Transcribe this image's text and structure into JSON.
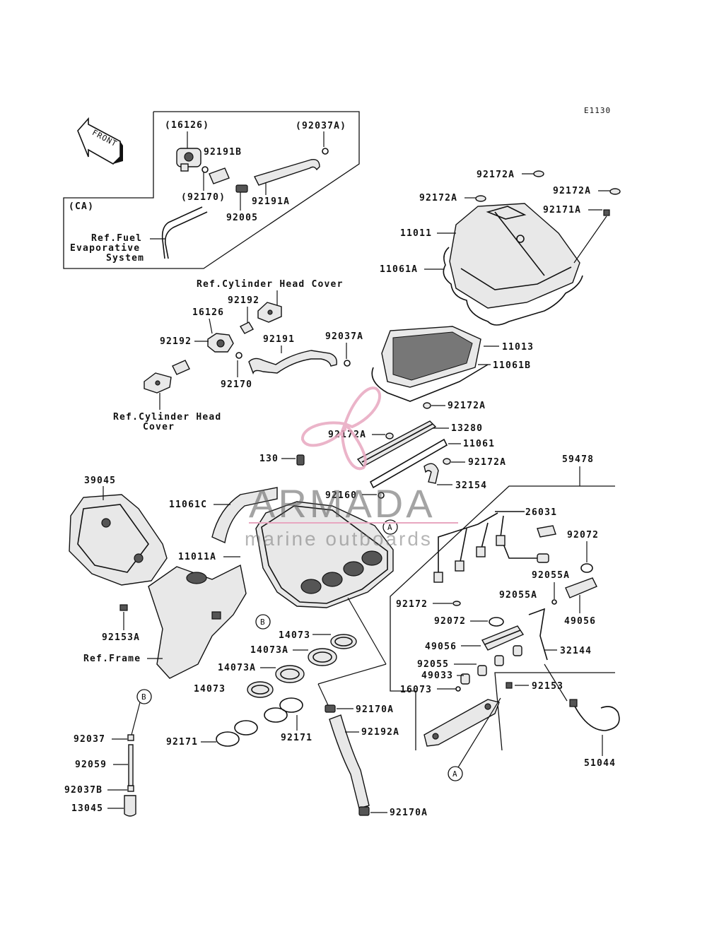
{
  "diagram_code": "E1130",
  "front_arrow": "FRONT",
  "ca_box": {
    "code": "(CA)",
    "ref_line1": "Ref.Fuel",
    "ref_line2": "Evaporative",
    "ref_line3": "System"
  },
  "refs": {
    "cyl_head_cover_top": "Ref.Cylinder Head Cover",
    "cyl_head_cover_left_1": "Ref.Cylinder Head",
    "cyl_head_cover_left_2": "Cover",
    "frame": "Ref.Frame"
  },
  "callouts": {
    "A": "A",
    "B": "B"
  },
  "labels": {
    "p16126_paren": "(16126)",
    "p92037A_paren": "(92037A)",
    "p92191B": "92191B",
    "p92170_paren": "(92170)",
    "p92191A": "92191A",
    "p92005": "92005",
    "p92172A_1": "92172A",
    "p92172A_2": "92172A",
    "p92172A_3": "92172A",
    "p92171A": "92171A",
    "p11011": "11011",
    "p11061A": "11061A",
    "p92192_top": "92192",
    "p16126": "16126",
    "p92192_left": "92192",
    "p92191": "92191",
    "p92037A": "92037A",
    "p92170": "92170",
    "p11013": "11013",
    "p11061B": "11061B",
    "p92172A_4": "92172A",
    "p92172A_5": "92172A",
    "p13280": "13280",
    "p11061": "11061",
    "p92172A_6": "92172A",
    "p130": "130",
    "p59478": "59478",
    "p32154": "32154",
    "p92160": "92160",
    "p39045": "39045",
    "p11061C": "11061C",
    "p26031": "26031",
    "p11011A": "11011A",
    "p92072_a": "92072",
    "p92055A_1": "92055A",
    "p92055A_2": "92055A",
    "p92172": "92172",
    "p92072_b": "92072",
    "p49056_a": "49056",
    "p14073": "14073",
    "p92153A": "92153A",
    "p14073A_1": "14073A",
    "p49056_b": "49056",
    "p32144": "32144",
    "p92055": "92055",
    "p14073A_2": "14073A",
    "p49033": "49033",
    "p14073_b": "14073",
    "p16073": "16073",
    "p92153": "92153",
    "p92170A_1": "92170A",
    "p92192A": "92192A",
    "p92037": "92037",
    "p92171_a": "92171",
    "p92171_b": "92171",
    "p92059": "92059",
    "p51044": "51044",
    "p92037B": "92037B",
    "p13045": "13045",
    "p92170A_2": "92170A"
  },
  "watermark": {
    "name": "ARMADA",
    "sub": "marine outboards",
    "color": "#e8a7c0"
  }
}
